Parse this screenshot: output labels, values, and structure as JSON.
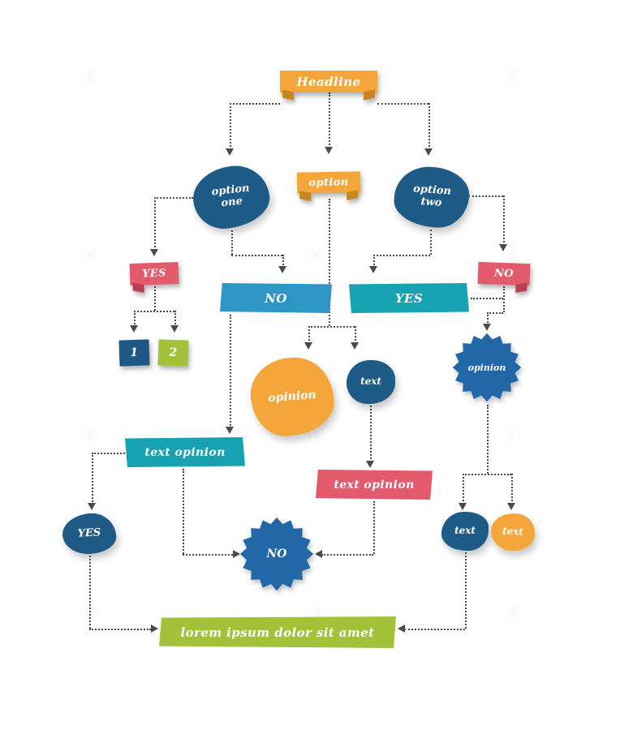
{
  "watermark": {
    "glyph": "ⓓ"
  },
  "colors": {
    "orange": "#F4A63B",
    "dark_blue": "#1E5B86",
    "ribbon_blue": "#2E96C7",
    "teal": "#17A2B2",
    "red": "#E25A6B",
    "green": "#A4C13A",
    "star_blue": "#2268A8",
    "line": "#4A4A46"
  },
  "nodes": {
    "headline": "Headline",
    "option_one": "option one",
    "option": "option",
    "option_two": "option two",
    "yes_left": "YES",
    "no_center": "NO",
    "yes_center": "YES",
    "no_right": "NO",
    "branch_1": "1",
    "branch_2": "2",
    "opinion_blob": "opinion",
    "text_circle": "text",
    "opinion_star": "opinion",
    "text_opinion_left": "text opinion",
    "text_opinion_right": "text opinion",
    "yes_blob": "YES",
    "no_star": "NO",
    "text_blob_left": "text",
    "text_blob_right": "text",
    "footer": "lorem ipsum dolor sit amet"
  }
}
